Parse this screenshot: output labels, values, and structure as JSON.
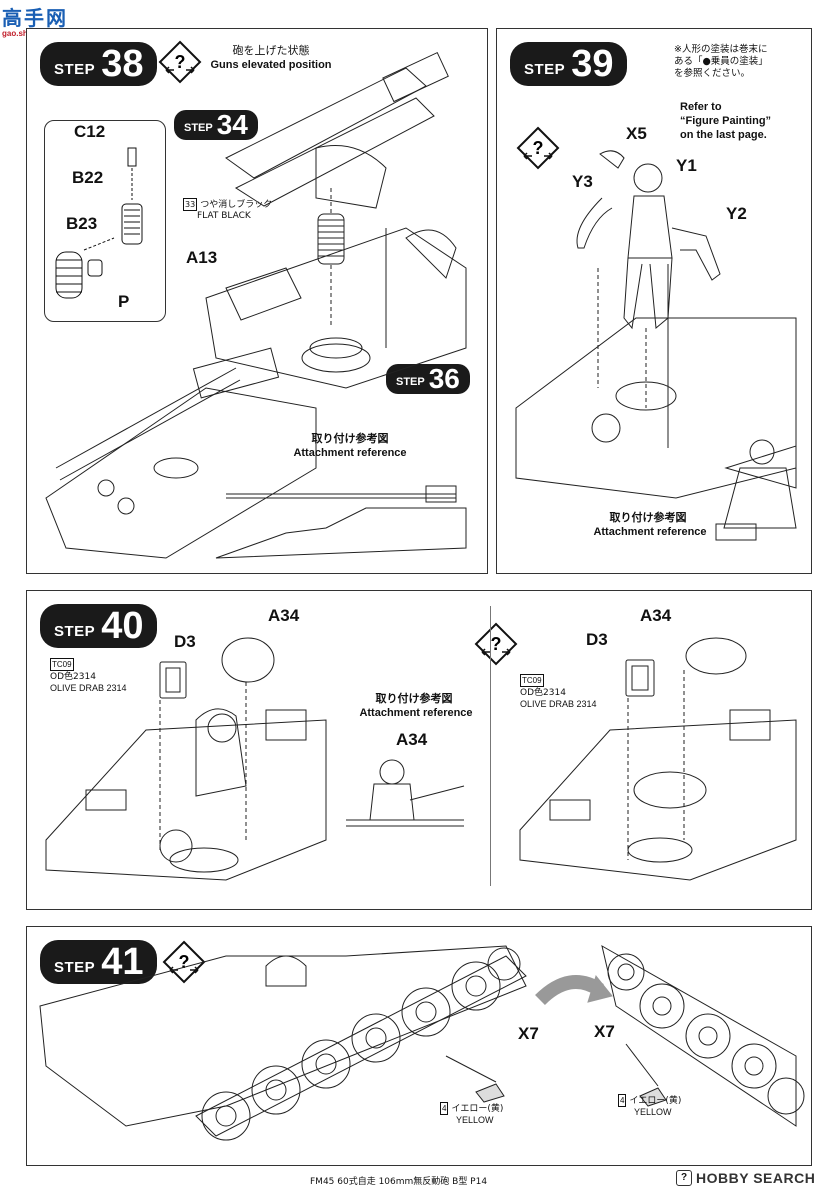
{
  "header": {
    "logo_text": "高手网",
    "logo_url_text": "gao.shou.com"
  },
  "steps": {
    "s38": {
      "word": "STEP",
      "num": "38"
    },
    "s39": {
      "word": "STEP",
      "num": "39"
    },
    "s40": {
      "word": "STEP",
      "num": "40"
    },
    "s41": {
      "word": "STEP",
      "num": "41"
    },
    "s34": {
      "word": "STEP",
      "num": "34"
    },
    "s36": {
      "word": "STEP",
      "num": "36"
    }
  },
  "panel38": {
    "elevated_ja": "砲を上げた状態",
    "elevated_en": "Guns elevated position",
    "parts": [
      "C12",
      "B22",
      "B23",
      "P",
      "A13"
    ],
    "paint_num": "33",
    "paint_ja": "つや消しブラック",
    "paint_en": "FLAT BLACK",
    "ref_ja": "取り付け参考図",
    "ref_en": "Attachment reference"
  },
  "panel39": {
    "note_ja_1": "※人形の塗装は巻末に",
    "note_ja_2": "ある「●乗員の塗装」",
    "note_ja_3": "を参照ください。",
    "note_en_1": "Refer to",
    "note_en_2": "“Figure Painting”",
    "note_en_3": "on the last page.",
    "parts": [
      "X5",
      "Y1",
      "Y3",
      "Y2"
    ],
    "ref_ja": "取り付け参考図",
    "ref_en": "Attachment reference"
  },
  "panel40": {
    "left_parts": [
      "D3",
      "A34"
    ],
    "right_parts": [
      "D3",
      "A34"
    ],
    "paint_code": "TC09",
    "paint_ja": "OD色2314",
    "paint_en": "OLIVE DRAB 2314",
    "ref_ja": "取り付け参考図",
    "ref_en": "Attachment reference",
    "ref_part": "A34"
  },
  "panel41": {
    "parts": [
      "X7",
      "X7"
    ],
    "paint_num": "4",
    "paint_ja": "イエロー(黄)",
    "paint_en": "YELLOW"
  },
  "footer": {
    "model_text": "FM45 60式自走 106mm無反動砲 B型 P14",
    "brand": "HOBBY SEARCH"
  }
}
